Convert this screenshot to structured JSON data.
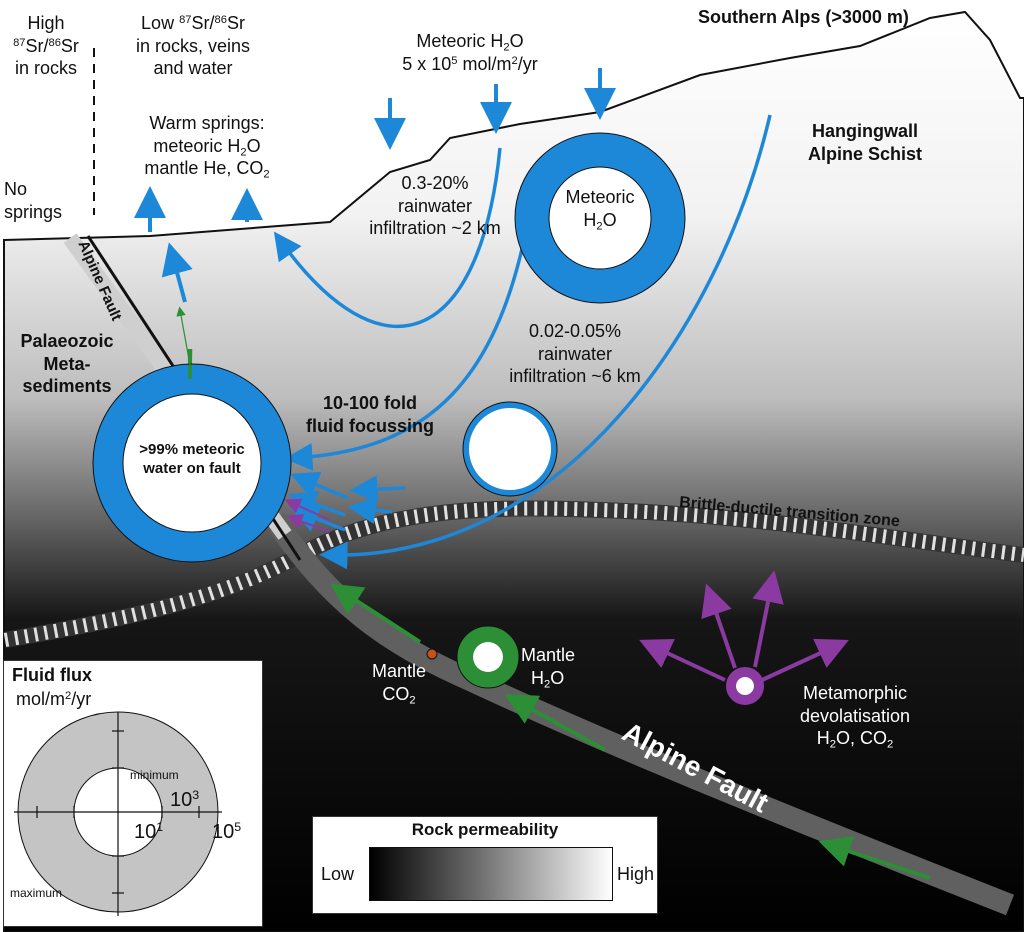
{
  "title": "Southern Alps (>3000 m)",
  "labels": {
    "high_sr_1": "High",
    "high_sr_2": "Sr/",
    "high_sr_3": "in rocks",
    "low_sr_1": "Low",
    "low_sr_2": "in rocks, veins",
    "low_sr_3": "and water",
    "meteoric_flux_1": "Meteoric H",
    "meteoric_flux_2": "5 x 10",
    "meteoric_flux_3": " mol/m",
    "warm_springs_1": "Warm springs:",
    "warm_springs_2": "meteoric H",
    "warm_springs_3": "mantle He, CO",
    "no_springs_1": "No",
    "no_springs_2": "springs",
    "hangingwall_1": "Hangingwall",
    "hangingwall_2": "Alpine Schist",
    "infil_shallow_1": "0.3-20%",
    "infil_shallow_2": "rainwater",
    "infil_shallow_3": "infiltration ~2 km",
    "meteoric_circle_1": "Meteoric",
    "meteoric_circle_2": "H",
    "palaeozoic_1": "Palaeozoic",
    "palaeozoic_2": "Meta-",
    "palaeozoic_3": "sediments",
    "fault_circle_1": ">99% meteoric",
    "fault_circle_2": "water on fault",
    "focussing_1": "10-100 fold",
    "focussing_2": "fluid focussing",
    "infil_deep_1": "0.02-0.05%",
    "infil_deep_2": "rainwater",
    "infil_deep_3": "infiltration ~6 km",
    "bdt": "Brittle-ductile transition zone",
    "alpine_fault_upper": "Alpine Fault",
    "alpine_fault_lower": "Alpine Fault",
    "mantle_co2_1": "Mantle",
    "mantle_co2_2": "CO",
    "mantle_h2o_1": "Mantle",
    "mantle_h2o_2": "H",
    "metamorphic_1": "Metamorphic",
    "metamorphic_2": "devolatisation",
    "metamorphic_3": "H",
    "metamorphic_4": "O, CO"
  },
  "sr": {
    "mass87": "87",
    "mass86": "86",
    "sr": "Sr"
  },
  "sub2": "2",
  "sup2": "2",
  "sup5": "5",
  "flux_unit_tail": "/yr",
  "sub_o": "O",
  "legend": {
    "title": "Fluid flux",
    "unit_1": "mol/m",
    "unit_2": "/yr",
    "minimum": "minimum",
    "maximum": "maximum",
    "tick_low": "10",
    "tick_low_exp": "1",
    "tick_mid": "10",
    "tick_mid_exp": "3",
    "tick_high": "10",
    "tick_high_exp": "5"
  },
  "permeability": {
    "title": "Rock permeability",
    "low": "Low",
    "high": "High"
  },
  "colors": {
    "meteoric": "#1e88d8",
    "mantle": "#2c8f36",
    "metamorphic": "#8a3aa0",
    "mantle_co2": "#c8501e",
    "legend_ring": "#c4c4c4"
  }
}
